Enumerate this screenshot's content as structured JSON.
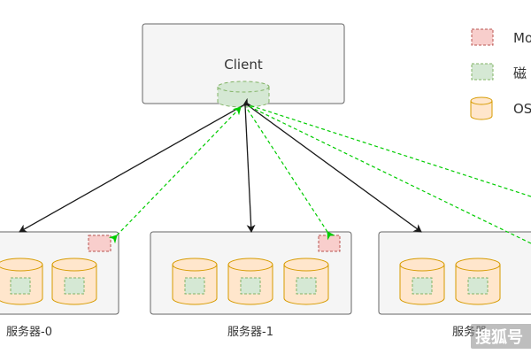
{
  "client": {
    "label": "Client"
  },
  "servers": [
    {
      "label": "服务器-0"
    },
    {
      "label": "服务器-1"
    },
    {
      "label": "服务器-"
    }
  ],
  "legend": [
    {
      "key": "mo",
      "label": "Mo",
      "color": "#f8cecc"
    },
    {
      "key": "disk",
      "label": "磁",
      "color": "#d5e8d4"
    },
    {
      "key": "os",
      "label": "OS",
      "color": "#ffe6cc"
    }
  ],
  "watermark": {
    "text": "搜狐号"
  },
  "colors": {
    "box_fill": "#f5f5f5",
    "box_stroke": "#666666",
    "green_fill": "#d5e8d4",
    "green_stroke": "#82b366",
    "pink_fill": "#f8cecc",
    "pink_stroke": "#b85450",
    "orange_fill": "#ffe6cc",
    "orange_stroke": "#d79b00",
    "arrow_dark": "#1a1a1a",
    "arrow_green": "#00cc00"
  }
}
